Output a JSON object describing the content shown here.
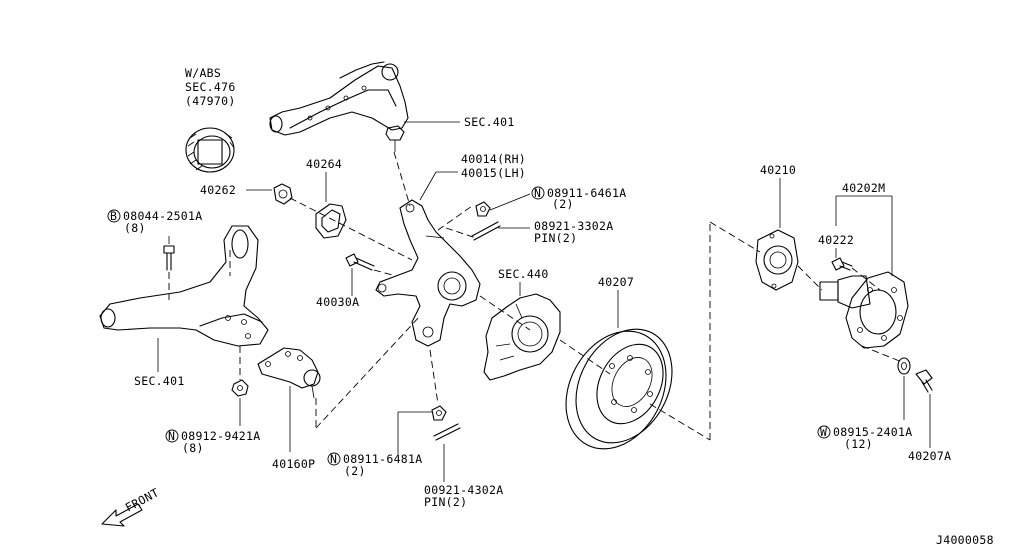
{
  "labels": {
    "wabs_1": "W/ABS",
    "wabs_2": "SEC.476",
    "wabs_3": "(47970)",
    "sec401_upper": "SEC.401",
    "p40014": "40014(RH)",
    "p40015": "40015(LH)",
    "p40264": "40264",
    "p40262": "40262",
    "bolt_08044": "08044-2501A",
    "bolt_08044_prefix": "B",
    "bolt_08044_qty": "(8)",
    "p40030A": "40030A",
    "nut_08911_6461": "08911-6461A",
    "nut_08911_6461_prefix": "N",
    "nut_08911_6461_qty": "(2)",
    "pin_08921": "08921-3302A",
    "pin_08921_qty": "PIN(2)",
    "sec440": "SEC.440",
    "p40207": "40207",
    "p40210": "40210",
    "p40202M": "40202M",
    "p40222": "40222",
    "sec401_lower": "SEC.401",
    "nut_08912": "08912-9421A",
    "nut_08912_prefix": "N",
    "nut_08912_qty": "(8)",
    "p40160P": "40160P",
    "nut_08911_6481": "08911-6481A",
    "nut_08911_6481_prefix": "N",
    "nut_08911_6481_qty": "(2)",
    "pin_00921": "00921-4302A",
    "pin_00921_qty": "PIN(2)",
    "washer_08915": "08915-2401A",
    "washer_08915_prefix": "W",
    "washer_08915_qty": "(12)",
    "p40207A": "40207A",
    "front": "FRONT",
    "diagram_id": "J4000058"
  }
}
